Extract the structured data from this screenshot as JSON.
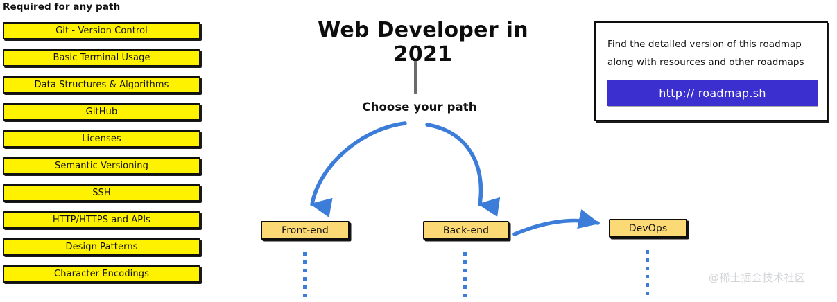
{
  "required": {
    "heading": "Required for any path",
    "items": [
      {
        "label": "Git - Version Control"
      },
      {
        "label": "Basic Terminal Usage"
      },
      {
        "label": "Data Structures & Algorithms"
      },
      {
        "label": "GitHub"
      },
      {
        "label": "Licenses"
      },
      {
        "label": "Semantic Versioning"
      },
      {
        "label": "SSH"
      },
      {
        "label": "HTTP/HTTPS and APIs"
      },
      {
        "label": "Design Patterns"
      },
      {
        "label": "Character Encodings"
      }
    ]
  },
  "header": {
    "title": "Web Developer in 2021",
    "choose_path_label": "Choose your path"
  },
  "info_box": {
    "text": "Find the detailed version of this roadmap along with resources and other roadmaps",
    "link_label": "http:// roadmap.sh"
  },
  "paths": [
    {
      "id": "frontend",
      "label": "Front-end"
    },
    {
      "id": "backend",
      "label": "Back-end"
    },
    {
      "id": "devops",
      "label": "DevOps"
    }
  ],
  "watermark": "@稀土掘金技术社区",
  "colors": {
    "required_box_fill": "#FFF200",
    "required_box_border": "#111111",
    "path_node_fill": "#FBD975",
    "path_node_border": "#0D0D0D",
    "arrow_blue": "#3B7DD8",
    "link_button_fill": "#3B2FD0",
    "connector_gray": "#6B6B6B",
    "watermark_gray": "#D2D4D7",
    "background": "#FFFFFF"
  }
}
